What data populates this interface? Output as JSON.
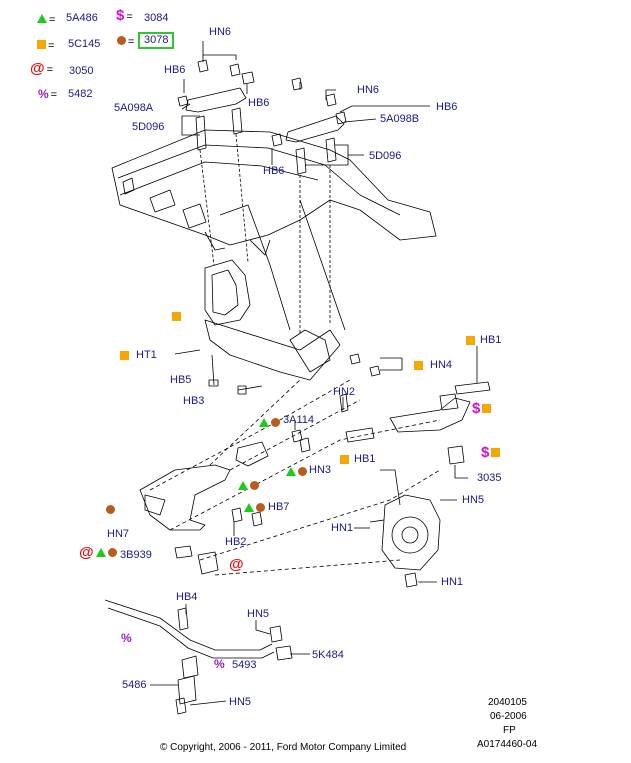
{
  "legend": {
    "triangle_value": "5A486",
    "square_value": "5C145",
    "at_value": "3050",
    "percent_value": "5482",
    "dollar_value": "3084",
    "circle_value": "3078",
    "eq": "=",
    "at_symbol": "@",
    "percent_symbol": "%",
    "dollar_symbol": "$"
  },
  "labels": {
    "hn6_top": "HN6",
    "hb6_a": "HB6",
    "hb6_b": "HB6",
    "p5a098a": "5A098A",
    "p5d096_a": "5D096",
    "hn6_right": "HN6",
    "hb6_c": "HB6",
    "p5a098b": "5A098B",
    "hb6_d": "HB6",
    "p5d096_b": "5D096",
    "hb1_a": "HB1",
    "ht1": "HT1",
    "hn4": "HN4",
    "hb5_a": "HB5",
    "hn2": "HN2",
    "hb3": "HB3",
    "p3a114": "3A114",
    "hb1_b": "HB1",
    "hn3": "HN3",
    "p3035": "3035",
    "hb7": "HB7",
    "hn5_a": "HN5",
    "hn7": "HN7",
    "hn1_a": "HN1",
    "hb2": "HB2",
    "p3b939": "3B939",
    "hn1_b": "HN1",
    "hb4": "HB4",
    "hn5_b": "HN5",
    "p5493": "5493",
    "p5k484": "5K484",
    "p5486": "5486",
    "hn5_c": "HN5"
  },
  "footer": {
    "code1": "2040105",
    "code2": "06-2006",
    "code3": "FP",
    "code4": "A0174460-04",
    "copyright": "© Copyright, 2006 - 2011, Ford Motor Company Limited"
  }
}
